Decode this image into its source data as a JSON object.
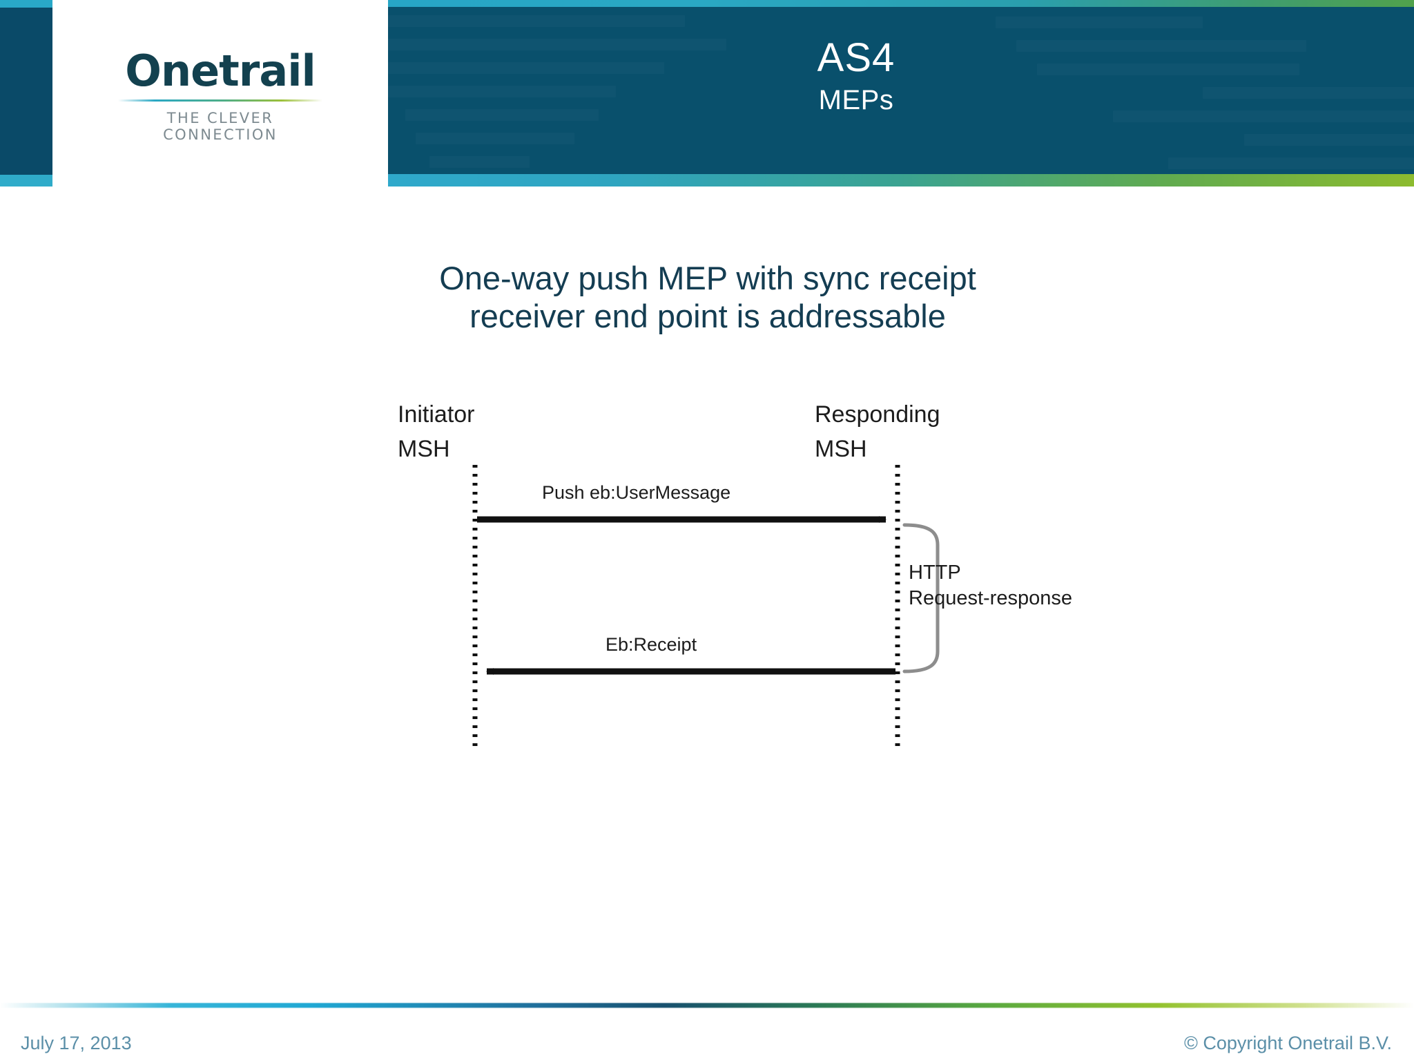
{
  "header": {
    "title": "AS4",
    "subtitle": "MEPs",
    "logo": {
      "wordmark": "Onetrail",
      "tagline": "THE CLEVER CONNECTION"
    },
    "colors": {
      "dark_teal": "#09506c",
      "accent_cyan": "#2fa9cb",
      "accent_green": "#8cbb2f"
    }
  },
  "slide": {
    "title_line1": "One-way push MEP with sync receipt",
    "title_line2": "receiver end point is addressable",
    "title_color": "#143d52"
  },
  "diagram": {
    "type": "sequence-diagram",
    "actors": [
      {
        "name": "initiator",
        "label_line1": "Initiator",
        "label_line2": "MSH"
      },
      {
        "name": "responder",
        "label_line1": "Responding",
        "label_line2": "MSH"
      }
    ],
    "messages": [
      {
        "label": "Push eb:UserMessage",
        "direction": "left-to-right"
      },
      {
        "label": "Eb:Receipt",
        "direction": "right-to-left"
      }
    ],
    "bracket_annotation": {
      "line1": "HTTP",
      "line2": "Request-response"
    }
  },
  "footer": {
    "date": "July 17, 2013",
    "copyright": "© Copyright Onetrail B.V."
  }
}
